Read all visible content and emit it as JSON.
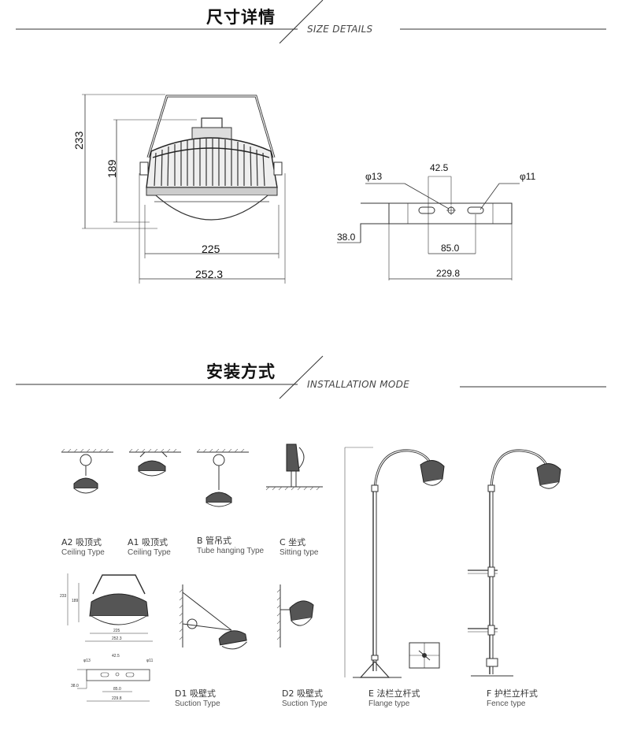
{
  "size_section": {
    "title": "尺寸详情",
    "subtitle": "SIZE DETAILS"
  },
  "install_section": {
    "title": "安装方式",
    "subtitle": "INSTALLATION MODE"
  },
  "front_view": {
    "overall_height": "233",
    "body_height": "189",
    "body_width": "225",
    "overall_width": "252.3"
  },
  "bracket_view": {
    "hole_left": "φ13",
    "hole_right": "φ11",
    "hole_pitch": "42.5",
    "thickness": "38.0",
    "slot_span": "85.0",
    "length": "229.8"
  },
  "modes": [
    {
      "code": "A2",
      "cn": "吸顶式",
      "en": "Ceiling  Type"
    },
    {
      "code": "A1",
      "cn": "吸顶式",
      "en": "Ceiling  Type"
    },
    {
      "code": "B",
      "cn": "管吊式",
      "en": "Tube hanging Type"
    },
    {
      "code": "C",
      "cn": "坐式",
      "en": "Sitting type"
    },
    {
      "code": "D1",
      "cn": "吸壁式",
      "en": "Suction Type"
    },
    {
      "code": "D2",
      "cn": "吸壁式",
      "en": "Suction Type"
    },
    {
      "code": "E",
      "cn": "法栏立杆式",
      "en": "Flange type"
    },
    {
      "code": "F",
      "cn": "护栏立杆式",
      "en": "Fence type"
    }
  ],
  "mini_dims": {
    "h": "233",
    "h2": "189",
    "w": "225",
    "w2": "252.3",
    "hole_a": "φ13",
    "pitch": "42.5",
    "hole_b": "φ11",
    "span": "85.0",
    "t": "38.0",
    "len": "229.8"
  }
}
